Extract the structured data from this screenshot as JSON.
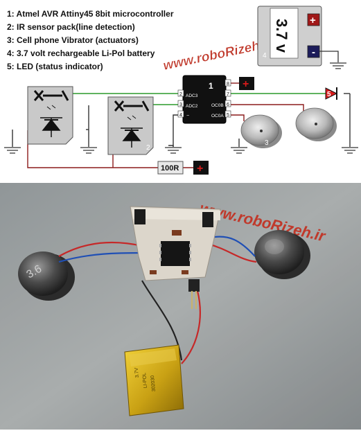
{
  "legend": [
    "1: Atmel AVR Attiny45 8bit microcontroller",
    "2: IR sensor pack(line detection)",
    "3: Cell phone Vibrator (actuators)",
    "4: 3.7 volt rechargeable Li-Pol battery",
    "5: LED (status indicator)"
  ],
  "watermark": "www.roboRizeh.ir",
  "battery": {
    "voltage": "3.7 v",
    "number": "4",
    "plus": "+",
    "minus": "-"
  },
  "chip": {
    "number": "1",
    "left_pins": [
      "2",
      "3",
      "4"
    ],
    "left_labels": [
      "ADC3",
      "ADC2",
      "−"
    ],
    "right_pins": [
      "8",
      "7",
      "6",
      "5"
    ],
    "right_labels": [
      "OC0B",
      "OC0A"
    ]
  },
  "sensor_number": "2",
  "motor_number": "3",
  "led_number": "5",
  "resistor": "100R",
  "plus_symbol": "+",
  "photo_watermark": "www.roboRizeh.ir",
  "colors": {
    "green_wire": "#2a9a2a",
    "dark_red_wire": "#8b1a1a",
    "plus_box": "#d81b1b",
    "sensor_gray": "#c9c9c9",
    "chip_black": "#111111"
  }
}
